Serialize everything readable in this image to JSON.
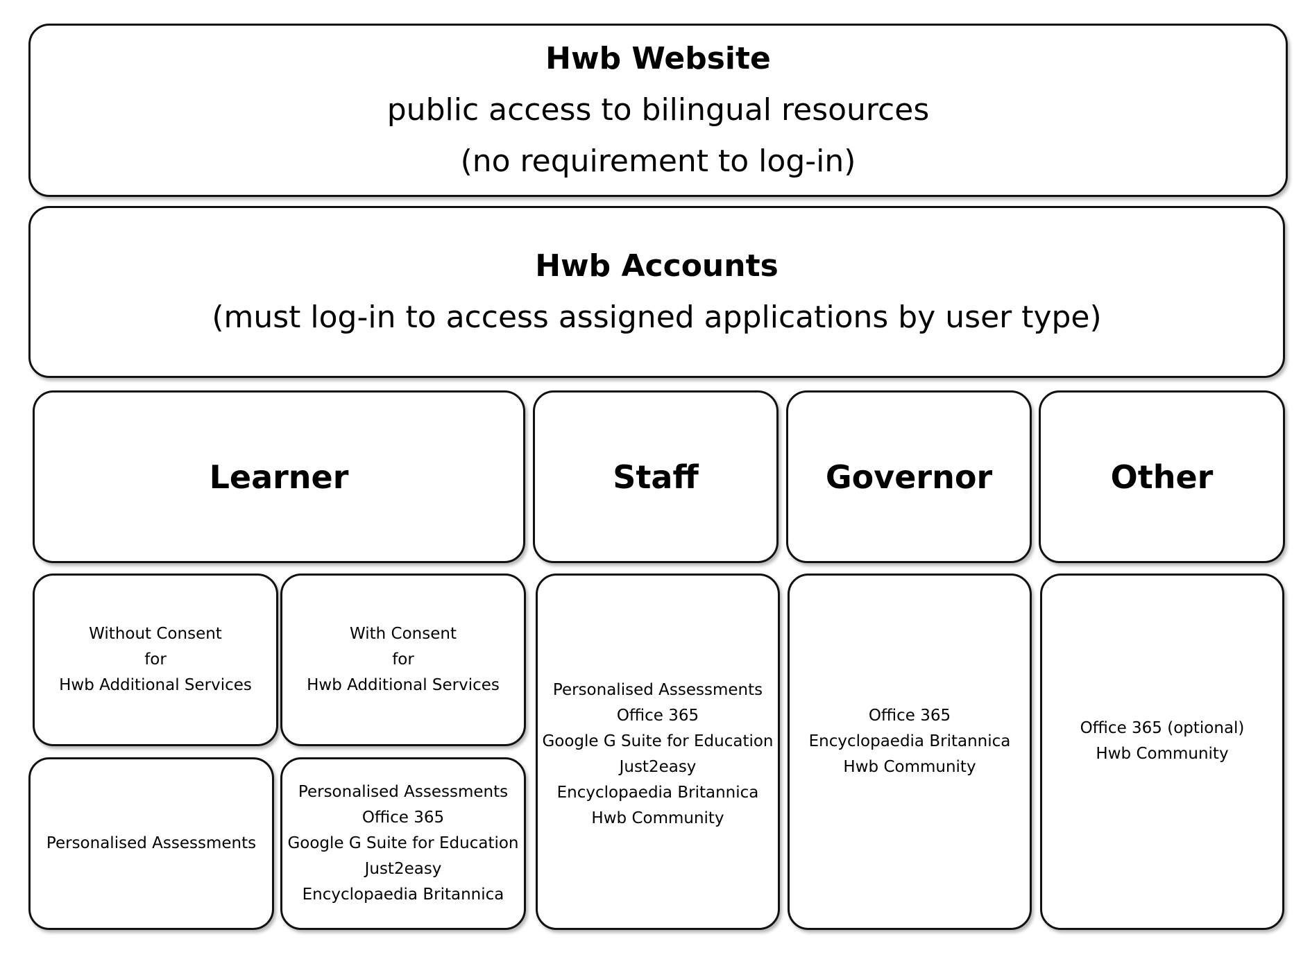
{
  "website": {
    "title": "Hwb Website",
    "line1": "public access to bilingual resources",
    "line2": "(no requirement to log-in)"
  },
  "accounts": {
    "title": "Hwb Accounts",
    "line1": "(must log-in to access assigned applications by user type)"
  },
  "categories": {
    "learner": "Learner",
    "staff": "Staff",
    "governor": "Governor",
    "other": "Other"
  },
  "learner": {
    "without_consent": [
      "Without Consent",
      "for",
      "Hwb Additional Services"
    ],
    "with_consent": [
      "With Consent",
      "for",
      "Hwb Additional Services"
    ],
    "without_consent_apps": [
      "Personalised Assessments"
    ],
    "with_consent_apps": [
      "Personalised Assessments",
      "Office 365",
      "Google G Suite for Education",
      "Just2easy",
      "Encyclopaedia Britannica"
    ]
  },
  "staff_apps": [
    "Personalised Assessments",
    "Office 365",
    "Google G Suite for Education",
    "Just2easy",
    "Encyclopaedia Britannica",
    "Hwb Community"
  ],
  "governor_apps": [
    "Office 365",
    "Encyclopaedia Britannica",
    "Hwb Community"
  ],
  "other_apps": [
    "Office 365 (optional)",
    "Hwb Community"
  ]
}
